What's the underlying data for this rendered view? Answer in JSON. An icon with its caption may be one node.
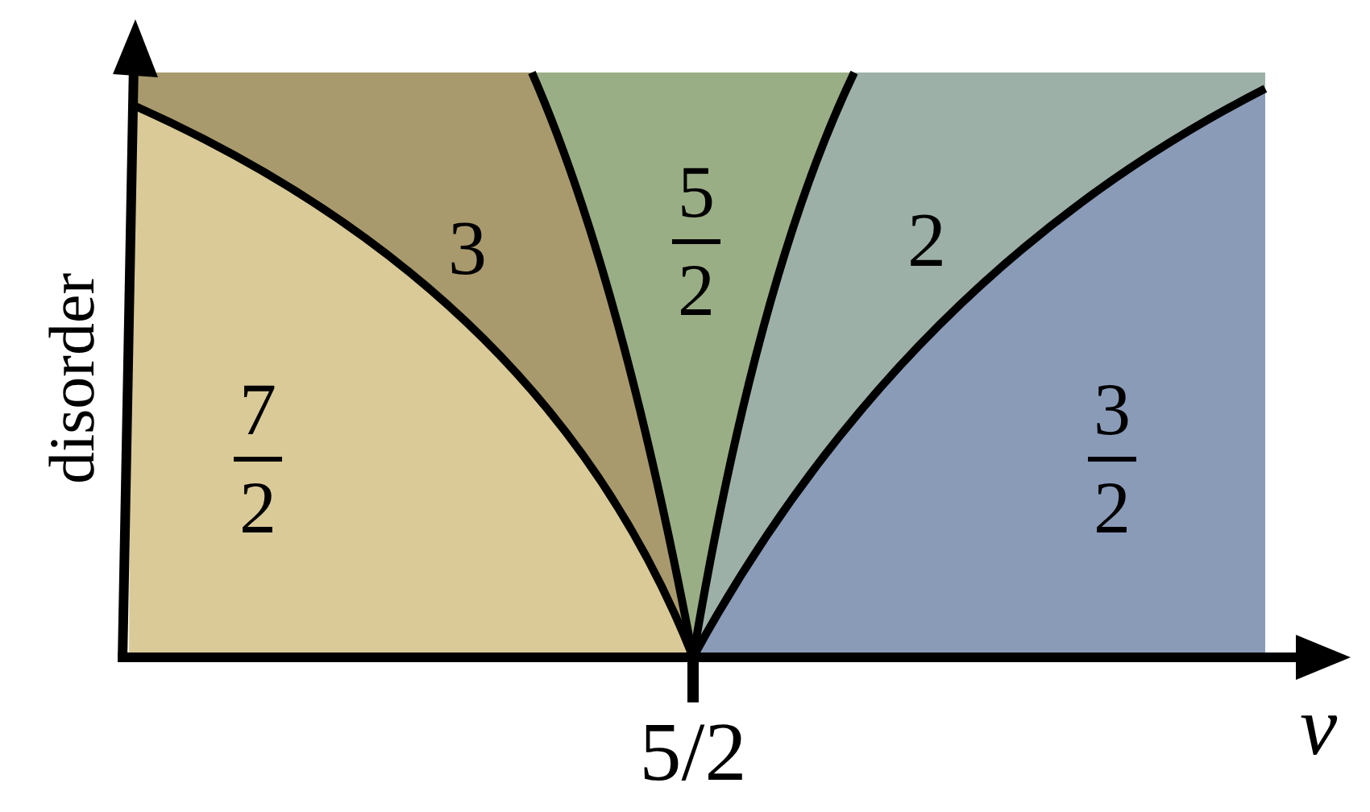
{
  "diagram": {
    "nodes": [
      {
        "text": [
          "7",
          "2"
        ]
      },
      {
        "text": [
          "3"
        ]
      },
      {
        "text": [
          "5",
          "2"
        ]
      },
      {
        "text": [
          "2"
        ]
      },
      {
        "text": [
          "3",
          "2"
        ]
      }
    ],
    "labels": [
      "disorder",
      "5/2",
      "ν"
    ]
  }
}
